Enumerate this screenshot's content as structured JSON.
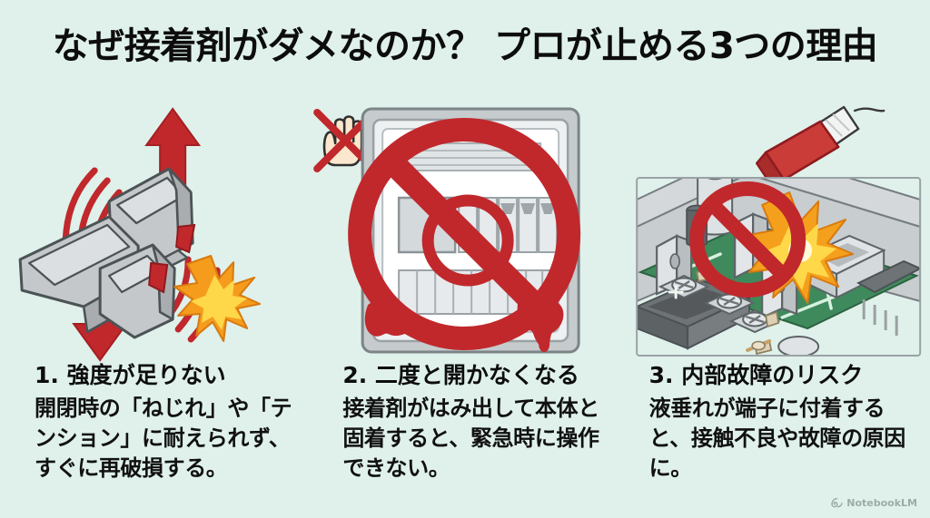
{
  "meta": {
    "background_color": "#dff1ea",
    "text_color": "#0d0d0d",
    "accent_red": "#c8262a",
    "spark_orange": "#f5a01c",
    "spark_yellow": "#ffd84a",
    "board_green": "#3f8a5c",
    "metal_gray": "#c9ccce"
  },
  "title": "なぜ接着剤がダメなのか？ プロが止める3つの理由",
  "columns": [
    {
      "number": "1",
      "heading": "1. 強度が足りない",
      "body": "開閉時の「ねじれ」や「テンション」に耐えられず、すぐに再破損する。",
      "illustration": "broken-plastic-clip-with-pull-arrows-and-spark"
    },
    {
      "number": "2",
      "heading": "2. 二度と開かなくなる",
      "body": "接着剤がはみ出して本体と固着すると、緊急時に操作できない。",
      "illustration": "breaker-panel-with-prohibition-sign-and-glue-drips"
    },
    {
      "number": "3",
      "heading": "3. 内部故障のリスク",
      "body": "液垂れが端子に付着すると、接触不良や故障の原因に。",
      "illustration": "circuit-board-with-glue-tube-dripping-and-spark"
    }
  ],
  "watermark": {
    "label": "NotebookLM",
    "icon": "notebooklm-icon"
  }
}
